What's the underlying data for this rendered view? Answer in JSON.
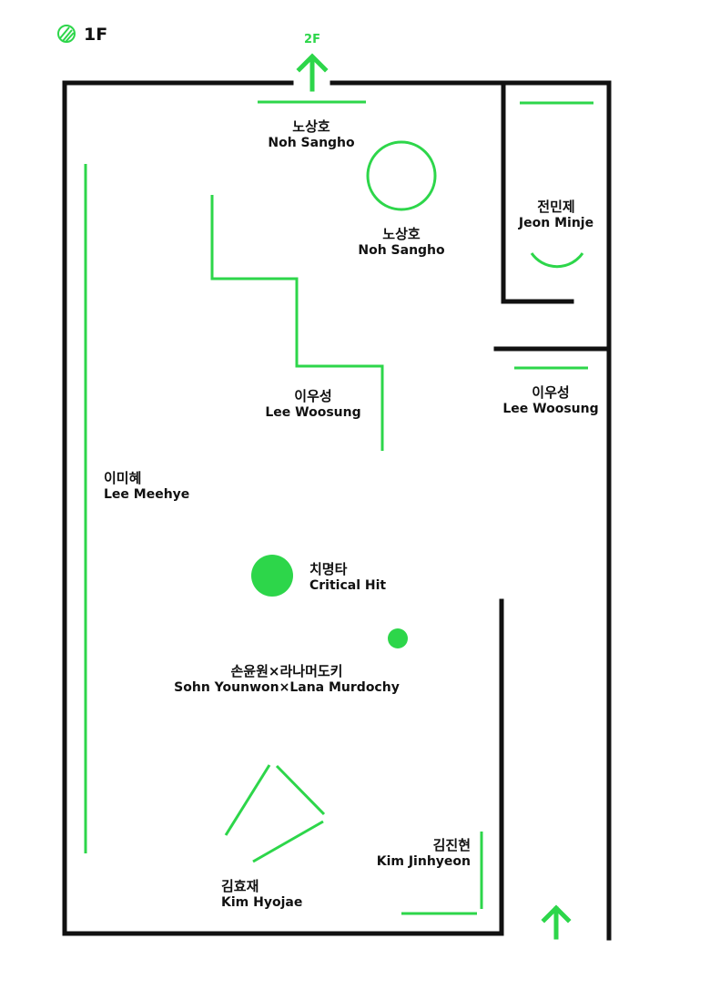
{
  "floor": {
    "label": "1F"
  },
  "stairs_up": {
    "label": "2F"
  },
  "colors": {
    "wall": "#111111",
    "accent": "#2dd64a"
  },
  "artworks": [
    {
      "id": "noh-1",
      "ko": "노상호",
      "en": "Noh Sangho"
    },
    {
      "id": "noh-2",
      "ko": "노상호",
      "en": "Noh Sangho"
    },
    {
      "id": "jeon",
      "ko": "전민제",
      "en": "Jeon Minje"
    },
    {
      "id": "lee-w-1",
      "ko": "이우성",
      "en": "Lee Woosung"
    },
    {
      "id": "lee-w-2",
      "ko": "이우성",
      "en": "Lee Woosung"
    },
    {
      "id": "lee-m",
      "ko": "이미혜",
      "en": "Lee Meehye"
    },
    {
      "id": "critical",
      "ko": "치명타",
      "en": "Critical Hit"
    },
    {
      "id": "sohn",
      "ko": "손윤원×라나머도키",
      "en": "Sohn Younwon×Lana Murdochy"
    },
    {
      "id": "kim-jin",
      "ko": "김진현",
      "en": "Kim Jinhyeon"
    },
    {
      "id": "kim-hyo",
      "ko": "김효재",
      "en": "Kim Hyojae"
    }
  ]
}
